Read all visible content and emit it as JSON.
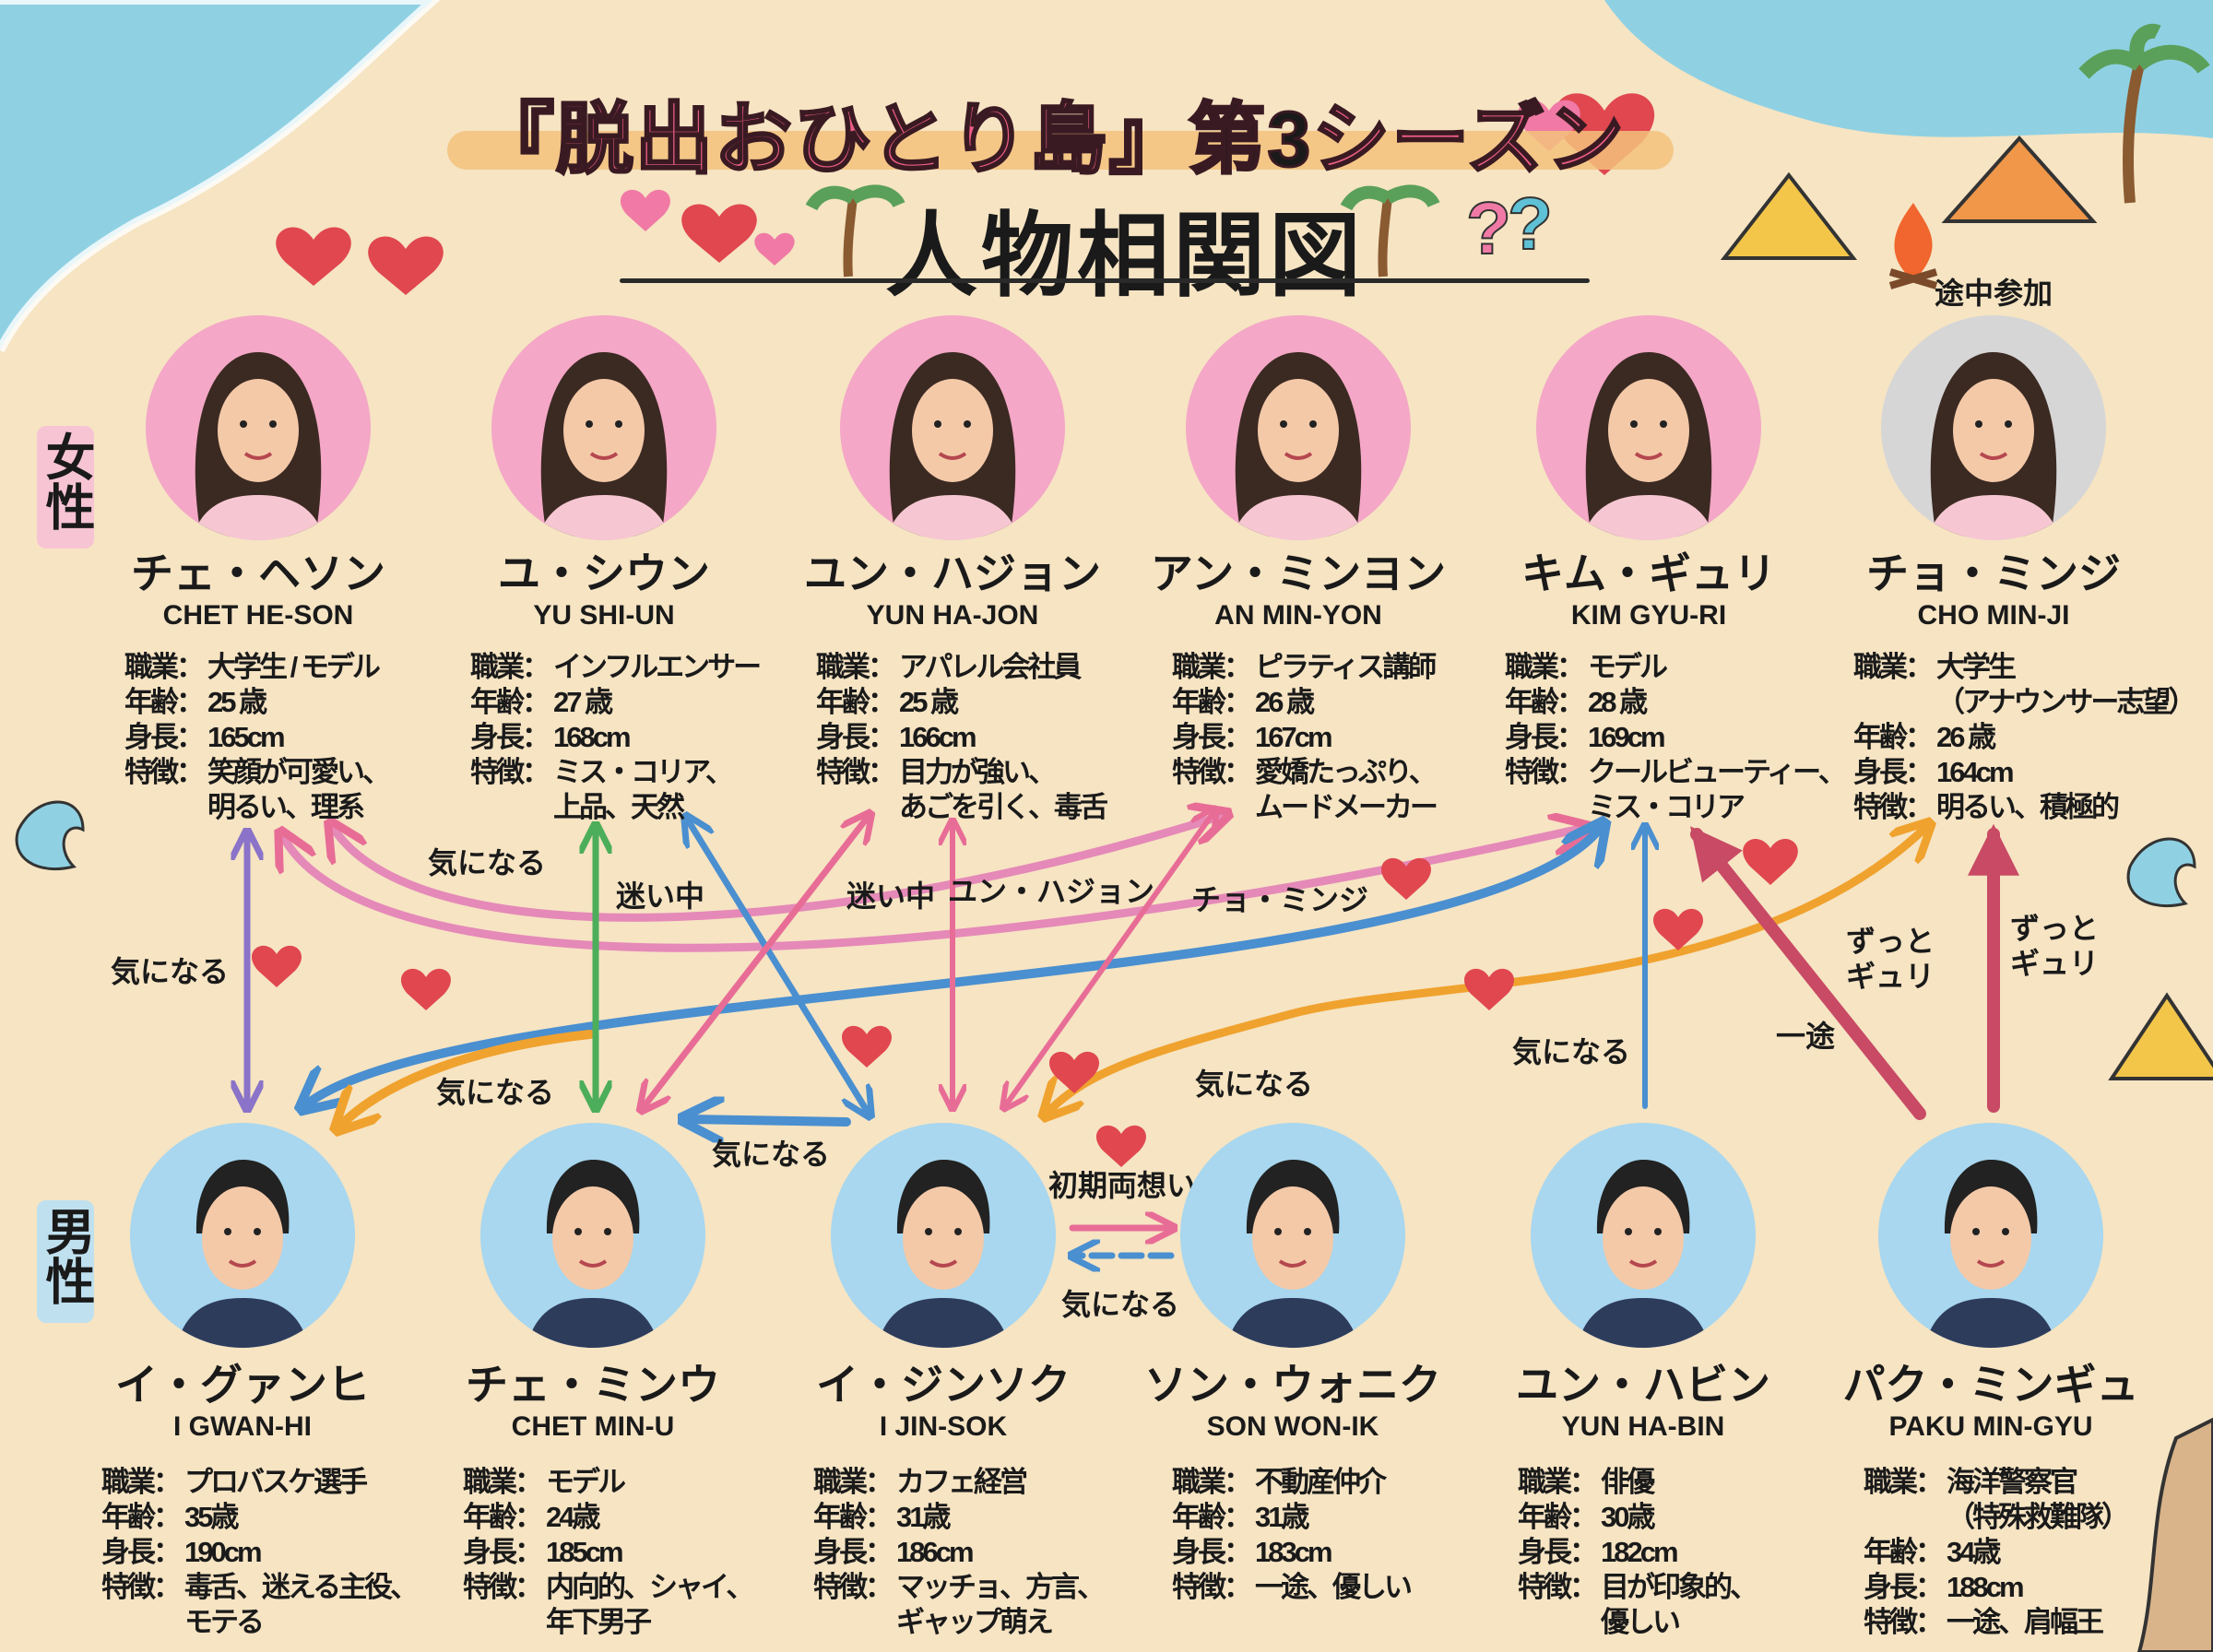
{
  "title": {
    "main_pink_1": "『脱出おひとり島』",
    "main_dark": "第3",
    "main_pink_2": "シーズン",
    "sub": "人物相関図"
  },
  "side_labels": {
    "female": "女性",
    "male": "男性"
  },
  "midway_join_label": "途中参加",
  "colors": {
    "sand": "#f6e4c3",
    "sea": "#8fd1e3",
    "female_ring": "#f4a7c6",
    "male_ring": "#a8d7ef",
    "title_pink": "#ec5d86"
  },
  "women": [
    {
      "name": "チェ・ヘソン",
      "roman": "CHET HE-SON",
      "rows": [
        {
          "k": "職業：",
          "v": [
            "大学生 / モデル"
          ]
        },
        {
          "k": "年齢：",
          "v": [
            "25 歳"
          ]
        },
        {
          "k": "身長：",
          "v": [
            "165cm"
          ]
        },
        {
          "k": "特徴：",
          "v": [
            "笑顔が可愛い、",
            "明るい、理系"
          ]
        }
      ]
    },
    {
      "name": "ユ・シウン",
      "roman": "YU SHI-UN",
      "rows": [
        {
          "k": "職業：",
          "v": [
            "インフルエンサー"
          ]
        },
        {
          "k": "年齢：",
          "v": [
            "27 歳"
          ]
        },
        {
          "k": "身長：",
          "v": [
            "168cm"
          ]
        },
        {
          "k": "特徴：",
          "v": [
            "ミス・コリア、",
            "上品、天然"
          ]
        }
      ]
    },
    {
      "name": "ユン・ハジョン",
      "roman": "YUN HA-JON",
      "rows": [
        {
          "k": "職業：",
          "v": [
            "アパレル会社員"
          ]
        },
        {
          "k": "年齢：",
          "v": [
            "25 歳"
          ]
        },
        {
          "k": "身長：",
          "v": [
            "166cm"
          ]
        },
        {
          "k": "特徴：",
          "v": [
            "目力が強い、",
            "あごを引く、毒舌"
          ]
        }
      ]
    },
    {
      "name": "アン・ミンヨン",
      "roman": "AN MIN-YON",
      "rows": [
        {
          "k": "職業：",
          "v": [
            "ピラティス講師"
          ]
        },
        {
          "k": "年齢：",
          "v": [
            "26 歳"
          ]
        },
        {
          "k": "身長：",
          "v": [
            "167cm"
          ]
        },
        {
          "k": "特徴：",
          "v": [
            "愛嬌たっぷり、",
            "ムードメーカー"
          ]
        }
      ]
    },
    {
      "name": "キム・ギュリ",
      "roman": "KIM GYU-RI",
      "rows": [
        {
          "k": "職業：",
          "v": [
            "モデル"
          ]
        },
        {
          "k": "年齢：",
          "v": [
            "28 歳"
          ]
        },
        {
          "k": "身長：",
          "v": [
            "169cm"
          ]
        },
        {
          "k": "特徴：",
          "v": [
            "クールビューティー、",
            "ミス・コリア"
          ]
        }
      ]
    },
    {
      "name": "チョ・ミンジ",
      "roman": "CHO MIN-JI",
      "rows": [
        {
          "k": "職業：",
          "v": [
            "大学生",
            "（アナウンサー志望）"
          ]
        },
        {
          "k": "年齢：",
          "v": [
            "26 歳"
          ]
        },
        {
          "k": "身長：",
          "v": [
            "164cm"
          ]
        },
        {
          "k": "特徴：",
          "v": [
            "明るい、積極的"
          ]
        }
      ]
    }
  ],
  "men": [
    {
      "name": "イ・グァンヒ",
      "roman": "I GWAN-HI",
      "rows": [
        {
          "k": "職業：",
          "v": [
            "プロバスケ選手"
          ]
        },
        {
          "k": "年齢：",
          "v": [
            "35歳"
          ]
        },
        {
          "k": "身長：",
          "v": [
            "190cm"
          ]
        },
        {
          "k": "特徴：",
          "v": [
            "毒舌、迷える主役、",
            "モテる"
          ]
        }
      ]
    },
    {
      "name": "チェ・ミンウ",
      "roman": "CHET MIN-U",
      "rows": [
        {
          "k": "職業：",
          "v": [
            "モデル"
          ]
        },
        {
          "k": "年齢：",
          "v": [
            "24歳"
          ]
        },
        {
          "k": "身長：",
          "v": [
            "185cm"
          ]
        },
        {
          "k": "特徴：",
          "v": [
            "内向的、シャイ、",
            "年下男子"
          ]
        }
      ]
    },
    {
      "name": "イ・ジンソク",
      "roman": "I JIN-SOK",
      "rows": [
        {
          "k": "職業：",
          "v": [
            "カフェ経営"
          ]
        },
        {
          "k": "年齢：",
          "v": [
            "31歳"
          ]
        },
        {
          "k": "身長：",
          "v": [
            "186cm"
          ]
        },
        {
          "k": "特徴：",
          "v": [
            "マッチョ、方言、",
            "ギャップ萌え"
          ]
        }
      ]
    },
    {
      "name": "ソン・ウォニク",
      "roman": "SON WON-IK",
      "rows": [
        {
          "k": "職業：",
          "v": [
            "不動産仲介"
          ]
        },
        {
          "k": "年齢：",
          "v": [
            "31歳"
          ]
        },
        {
          "k": "身長：",
          "v": [
            "183cm"
          ]
        },
        {
          "k": "特徴：",
          "v": [
            "一途、優しい"
          ]
        }
      ]
    },
    {
      "name": "ユン・ハビン",
      "roman": "YUN HA-BIN",
      "rows": [
        {
          "k": "職業：",
          "v": [
            "俳優"
          ]
        },
        {
          "k": "年齢：",
          "v": [
            "30歳"
          ]
        },
        {
          "k": "身長：",
          "v": [
            "182cm"
          ]
        },
        {
          "k": "特徴：",
          "v": [
            "目が印象的、",
            "優しい"
          ]
        }
      ]
    },
    {
      "name": "パク・ミンギュ",
      "roman": "PAKU MIN-GYU",
      "rows": [
        {
          "k": "職業：",
          "v": [
            "海洋警察官",
            "（特殊救難隊）"
          ]
        },
        {
          "k": "年齢：",
          "v": [
            "34歳"
          ]
        },
        {
          "k": "身長：",
          "v": [
            "188cm"
          ]
        },
        {
          "k": "特徴：",
          "v": [
            "一途、肩幅王"
          ]
        }
      ]
    }
  ],
  "relation_labels": {
    "gwanhi_hyeson": "気になる",
    "hyeson_curve": "気になる",
    "minu_shiun": "迷い中",
    "minu_hajon": "迷い中",
    "hajon_name": "ユン・ハジョン",
    "minji_name": "チョ・ミンジ",
    "orange_to_gwanhi": "気になる",
    "jinsok_to_minu": "気になる",
    "orange_to_jinsok": "気になる",
    "habin_gyuri": "気になる",
    "mingyu_ichizu": "一途",
    "mingyu_gyuri_1": "ずっと\nギュリ",
    "mingyu_gyuri_2": "ずっと\nギュリ",
    "initial_mutual": "初期両想い",
    "wonik_jinsok": "気になる"
  }
}
